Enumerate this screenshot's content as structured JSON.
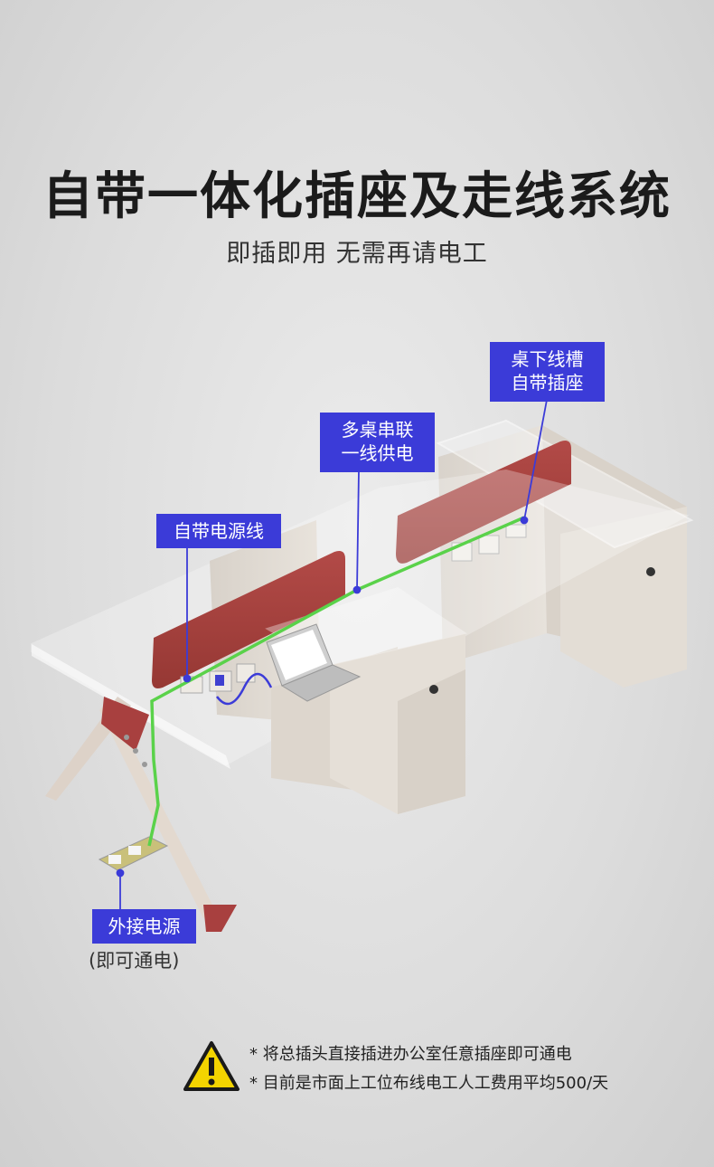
{
  "header": {
    "title": "自带一体化插座及走线系统",
    "subtitle": "即插即用 无需再请电工"
  },
  "callouts": {
    "underdesk": [
      "桌下线槽",
      "自带插座"
    ],
    "multidesk": [
      "多桌串联",
      "一线供电"
    ],
    "powercord": [
      "自带电源线"
    ],
    "external": [
      "外接电源"
    ]
  },
  "external_note": "(即可通电)",
  "notes": [
    "* 将总插头直接插进办公室任意插座即可通电",
    "* 目前是市面上工位布线电工人工费用平均500/天"
  ],
  "colors": {
    "callout_bg": "#3b3bd8",
    "panel": "#a8403f",
    "cable": "#5ad24a",
    "cabinet": "#e0d9d0"
  },
  "icons": {
    "warning": "warning-triangle-icon"
  }
}
